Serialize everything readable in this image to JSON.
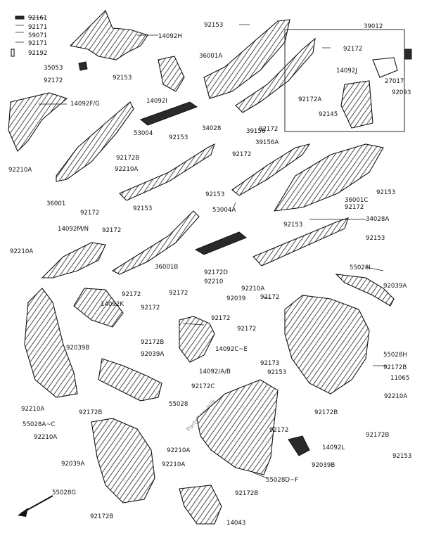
{
  "labels": {
    "l_92161": "92161",
    "l_92171a": "92171",
    "l_59071": "59071",
    "l_92171b": "92171",
    "l_92192": "92192",
    "l_35053": "35053",
    "l_92172_a": "92172",
    "l_92153_a": "92153",
    "l_14092H": "14092H",
    "l_14092I": "14092I",
    "l_92153_b": "92153",
    "l_36001A": "36001A",
    "l_39012": "39012",
    "l_92172_b": "92172",
    "l_14092J": "14092J",
    "l_27017": "27017",
    "l_92093": "92093",
    "l_92172A": "92172A",
    "l_92145": "92145",
    "l_14092FG": "14092F/G",
    "l_53004": "53004",
    "l_92153_c": "92153",
    "l_34028": "34028",
    "l_39156": "39156",
    "l_92172_c": "92172",
    "l_92172B_a": "92172B",
    "l_92172_d": "92172",
    "l_39156A": "39156A",
    "l_92210A_a": "92210A",
    "l_92210A_b": "92210A",
    "l_36001": "36001",
    "l_92172_e": "92172",
    "l_92153_d": "92153",
    "l_92153_e": "92153",
    "l_36001C": "36001C",
    "l_92172_f": "92172",
    "l_92153_f": "92153",
    "l_14092MN": "14092M/N",
    "l_92172_g": "92172",
    "l_53004A": "53004A",
    "l_92153_g": "92153",
    "l_34028A": "34028A",
    "l_92153_h": "92153",
    "l_92210A_c": "92210A",
    "l_36001B": "36001B",
    "l_92172D": "92172D",
    "l_92210": "92210",
    "l_92210A_d": "92210A",
    "l_55028I": "55028I",
    "l_92039A_a": "92039A",
    "l_92172_h": "92172",
    "l_92172_i": "92172",
    "l_14092K": "14092K",
    "l_92039": "92039",
    "l_92172_j": "92172",
    "l_92172_k": "92172",
    "l_92172_l": "92172",
    "l_92172_m": "92172",
    "l_92039B_a": "92039B",
    "l_92172B_b": "92172B",
    "l_14092CE": "14092C~E",
    "l_92039A_b": "92039A",
    "l_92173": "92173",
    "l_55028H": "55028H",
    "l_92172B_c": "92172B",
    "l_11065": "11065",
    "l_14092AB": "14092/A/B",
    "l_92153_i": "92153",
    "l_92172C": "92172C",
    "l_55028": "55028",
    "l_92210A_e": "92210A",
    "l_92210A_f": "92210A",
    "l_92172B_d": "92172B",
    "l_92172B_e": "92172B",
    "l_92172_n": "92172",
    "l_55028AC": "55028A~C",
    "l_92210A_g": "92210A",
    "l_92172B_f": "92172B",
    "l_92153_j": "92153",
    "l_92210A_h": "92210A",
    "l_14092L": "14092L",
    "l_92039A_c": "92039A",
    "l_92210A_i": "92210A",
    "l_92039B_b": "92039B",
    "l_55028DF": "55028D~F",
    "l_55028G": "55028G",
    "l_92172B_g": "92172B",
    "l_92172B_h": "92172B",
    "l_14043": "14043"
  },
  "watermark": "PartsRepublik"
}
